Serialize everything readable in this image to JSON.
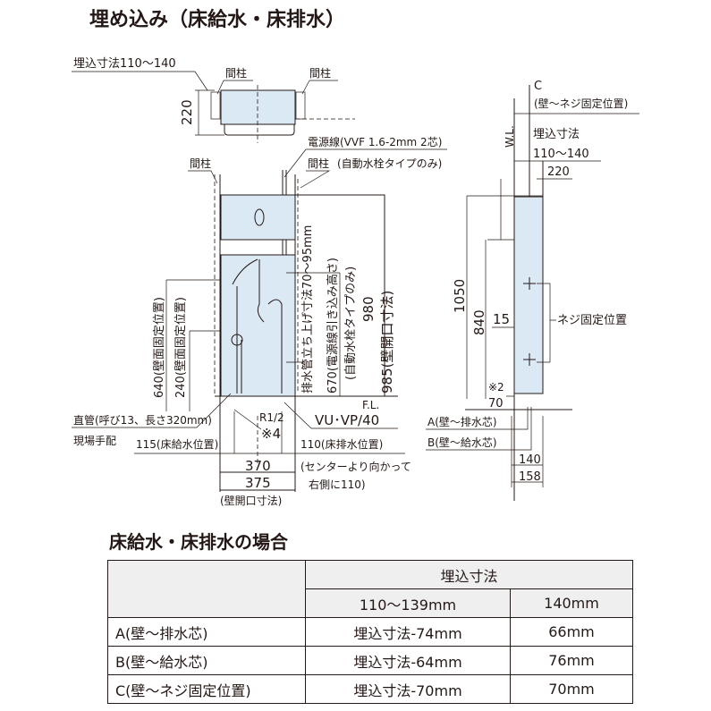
{
  "title": "埋め込み（床給水・床排水）",
  "top_view": {
    "embed_label": "埋込寸法110～140",
    "stud_left": "間柱",
    "stud_right": "間柱",
    "depth": "220"
  },
  "front_view": {
    "stud_left": "間柱",
    "power_cable": "電源線(VVF  1.6-2mm  2芯)",
    "stud_right": "間柱",
    "auto_faucet_only": "(自動水栓タイプのみ)",
    "wall_fix_640": "640(壁面固定位置)",
    "wall_fix_240": "240(壁面固定位置)",
    "drain_riser": "排水管立ち上げ寸法70～95mm",
    "power_inlet": "670(電源線引き込み高さ)",
    "auto_faucet_note": "(自動水栓タイプのみ)",
    "h980": "980",
    "h985": "985(壁開口寸法)",
    "fl": "F.L.",
    "straight_pipe": "直管(呼び13、長さ320mm)",
    "site_supply": "現場手配",
    "supply_pos": "115(床給水位置)",
    "r12": "R1/2",
    "note4": "※4",
    "vu": "VU･VP/40",
    "drain_pos": "110(床排水位置)",
    "center_note1": "(センターより向かって",
    "center_note2": "右側に110)",
    "w370": "370",
    "w375": "375",
    "opening": "(壁開口寸法)"
  },
  "side_view": {
    "c": "C",
    "c_note": "(壁～ネジ固定位置)",
    "wl": "W.L.",
    "embed": "埋込寸法",
    "embed_range": "110～140",
    "d220": "220",
    "h1050": "1050",
    "h840": "840",
    "d15": "15",
    "screw": "ネジ固定位置",
    "note2": "※2",
    "h70": "70",
    "a": "A(壁～排水芯)",
    "b": "B(壁～給水芯)",
    "d140": "140",
    "d158": "158"
  },
  "table": {
    "title": "床給水・床排水の場合",
    "group_header": "埋込寸法",
    "columns": [
      "110～139mm",
      "140mm"
    ],
    "rows": [
      {
        "label": "A(壁～排水芯)",
        "values": [
          "埋込寸法-74mm",
          "66mm"
        ]
      },
      {
        "label": "B(壁～給水芯)",
        "values": [
          "埋込寸法-64mm",
          "76mm"
        ]
      },
      {
        "label": "C(壁～ネジ固定位置)",
        "values": [
          "埋込寸法-70mm",
          "70mm"
        ]
      }
    ]
  }
}
